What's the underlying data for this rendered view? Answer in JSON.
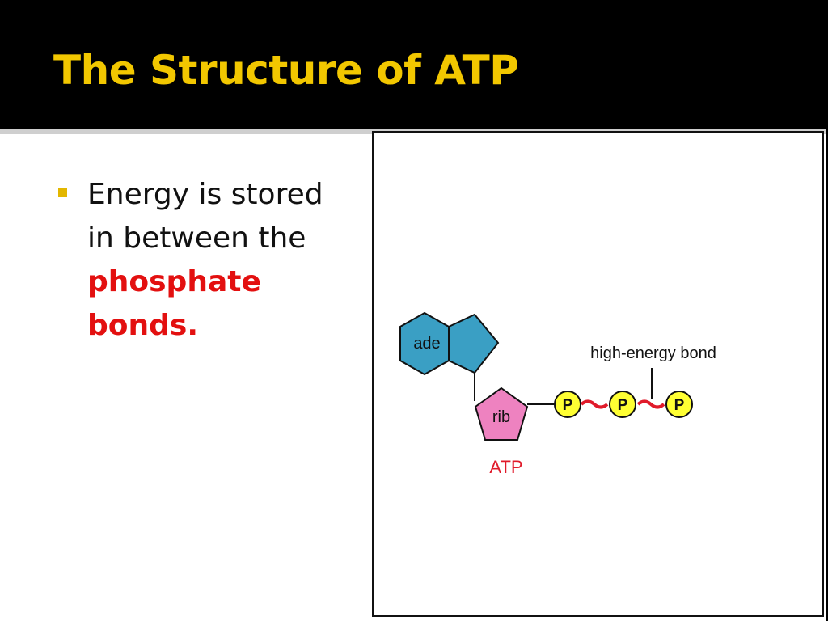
{
  "slide": {
    "title": "The Structure of ATP",
    "bullet": {
      "text_plain": "Energy is stored in between the ",
      "text_emphasis": "phosphate bonds."
    }
  },
  "figure": {
    "adenine_label": "ade",
    "ribose_label": "rib",
    "phosphate_label": "P",
    "bond_label": "high-energy bond",
    "molecule_label": "ATP",
    "colors": {
      "adenine": "#3a9fc4",
      "ribose": "#ee82c0",
      "phosphate": "#ffff33",
      "high_energy_bond": "#e01a2a",
      "molecule_label": "#e01a2a"
    }
  }
}
